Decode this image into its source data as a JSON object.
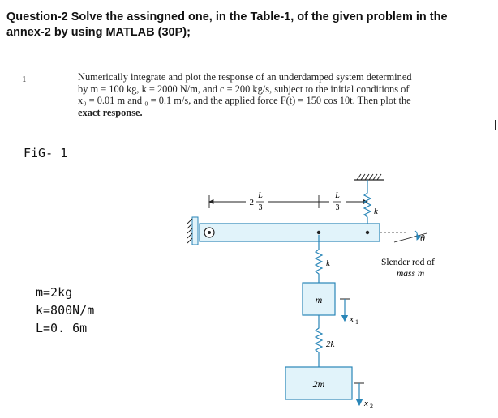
{
  "question": {
    "line1": "Question-2 Solve the assingned one, in the Table-1, of the given problem in the",
    "line2": "annex-2 by using MATLAB (30P);"
  },
  "problem": {
    "number": "1",
    "lines": [
      "Numerically integrate and plot the response of an underdamped system determined",
      "by m = 100 kg, k = 2000 N/m, and c = 200 kg/s, subject to the initial conditions of",
      "x₀ = 0.01 m and ₀ = 0.1 m/s, and the applied force F(t) = 150 cos 10t. Then plot the",
      "exact response."
    ]
  },
  "fig_label": "FiG- 1",
  "params": [
    "m=2kg",
    "k=800N/m",
    "L=0. 6m"
  ],
  "figure": {
    "dim_left_coef": "2",
    "dim_num": "L",
    "dim_den": "3",
    "spring_k": "k",
    "spring_2k": "2k",
    "mass_m": "m",
    "mass_2m": "2m",
    "x1_label": "x",
    "x1_sub": "1",
    "x2_label": "x",
    "x2_sub": "2",
    "theta_label": "θ",
    "rod_label_line1": "Slender rod of",
    "rod_label_line2": "mass m"
  },
  "colors": {
    "structure_fill": "#e1f3fa",
    "structure_stroke": "#2a86b8",
    "arrow_blue": "#2a86b8"
  }
}
